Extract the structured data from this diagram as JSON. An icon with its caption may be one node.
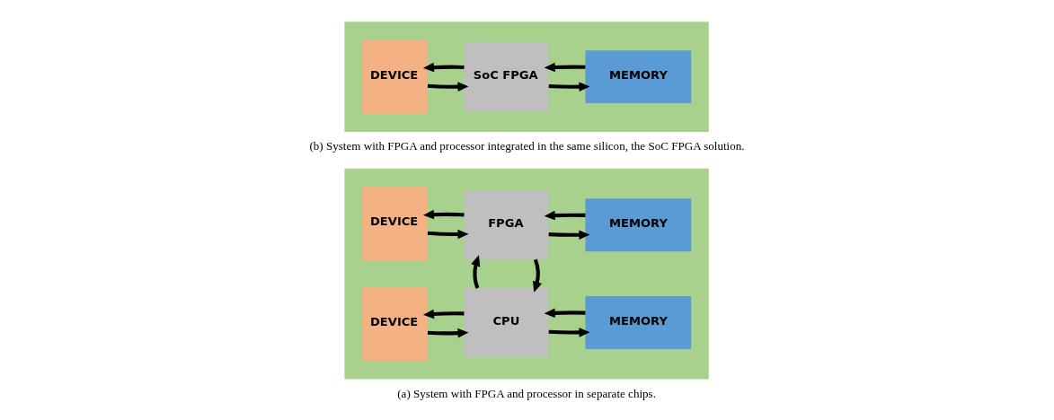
{
  "diagram": {
    "nodes": [
      {
        "text": [],
        "shape": "box",
        "beside": [
          "(a) System with FPGA and processor in separate chips."
        ]
      },
      {
        "text": [
          "DEVICE"
        ],
        "in": 0
      },
      {
        "text": [
          "FPGA"
        ],
        "in": 0
      },
      {
        "text": [
          "MEMORY"
        ],
        "in": 0
      },
      {
        "text": [
          "DEVICE"
        ],
        "in": 0
      },
      {
        "text": [
          "CPU"
        ],
        "in": 0
      },
      {
        "text": [
          "MEMORY"
        ],
        "in": 0
      },
      {
        "text": [],
        "shape": "box",
        "beside": [
          "(b) System with FPGA and processor integrated in the same silicon, the SoC FPGA solution."
        ]
      },
      {
        "text": [
          "DEVICE"
        ],
        "in": 7
      },
      {
        "text": [
          "SoC FPGA"
        ],
        "in": 7
      },
      {
        "text": [
          "MEMORY"
        ],
        "in": 7
      }
    ],
    "edges": [
      {
        "from": 2,
        "to": 1,
        "arrow": "to"
      },
      {
        "from": 1,
        "to": 2,
        "arrow": "to"
      },
      {
        "from": 2,
        "to": 3,
        "arrow": "to"
      },
      {
        "from": 3,
        "to": 2,
        "arrow": "to"
      },
      {
        "from": 2,
        "to": 5,
        "arrow": "to"
      },
      {
        "from": 5,
        "to": 2,
        "arrow": "to"
      },
      {
        "from": 5,
        "to": 4,
        "arrow": "to"
      },
      {
        "from": 4,
        "to": 5,
        "arrow": "to"
      },
      {
        "from": 5,
        "to": 6,
        "arrow": "to"
      },
      {
        "from": 6,
        "to": 5,
        "arrow": "to"
      },
      {
        "from": 9,
        "to": 8,
        "arrow": "to"
      },
      {
        "from": 8,
        "to": 9,
        "arrow": "to"
      },
      {
        "from": 9,
        "to": 10,
        "arrow": "to"
      },
      {
        "from": 10,
        "to": 9,
        "arrow": "to"
      }
    ]
  }
}
